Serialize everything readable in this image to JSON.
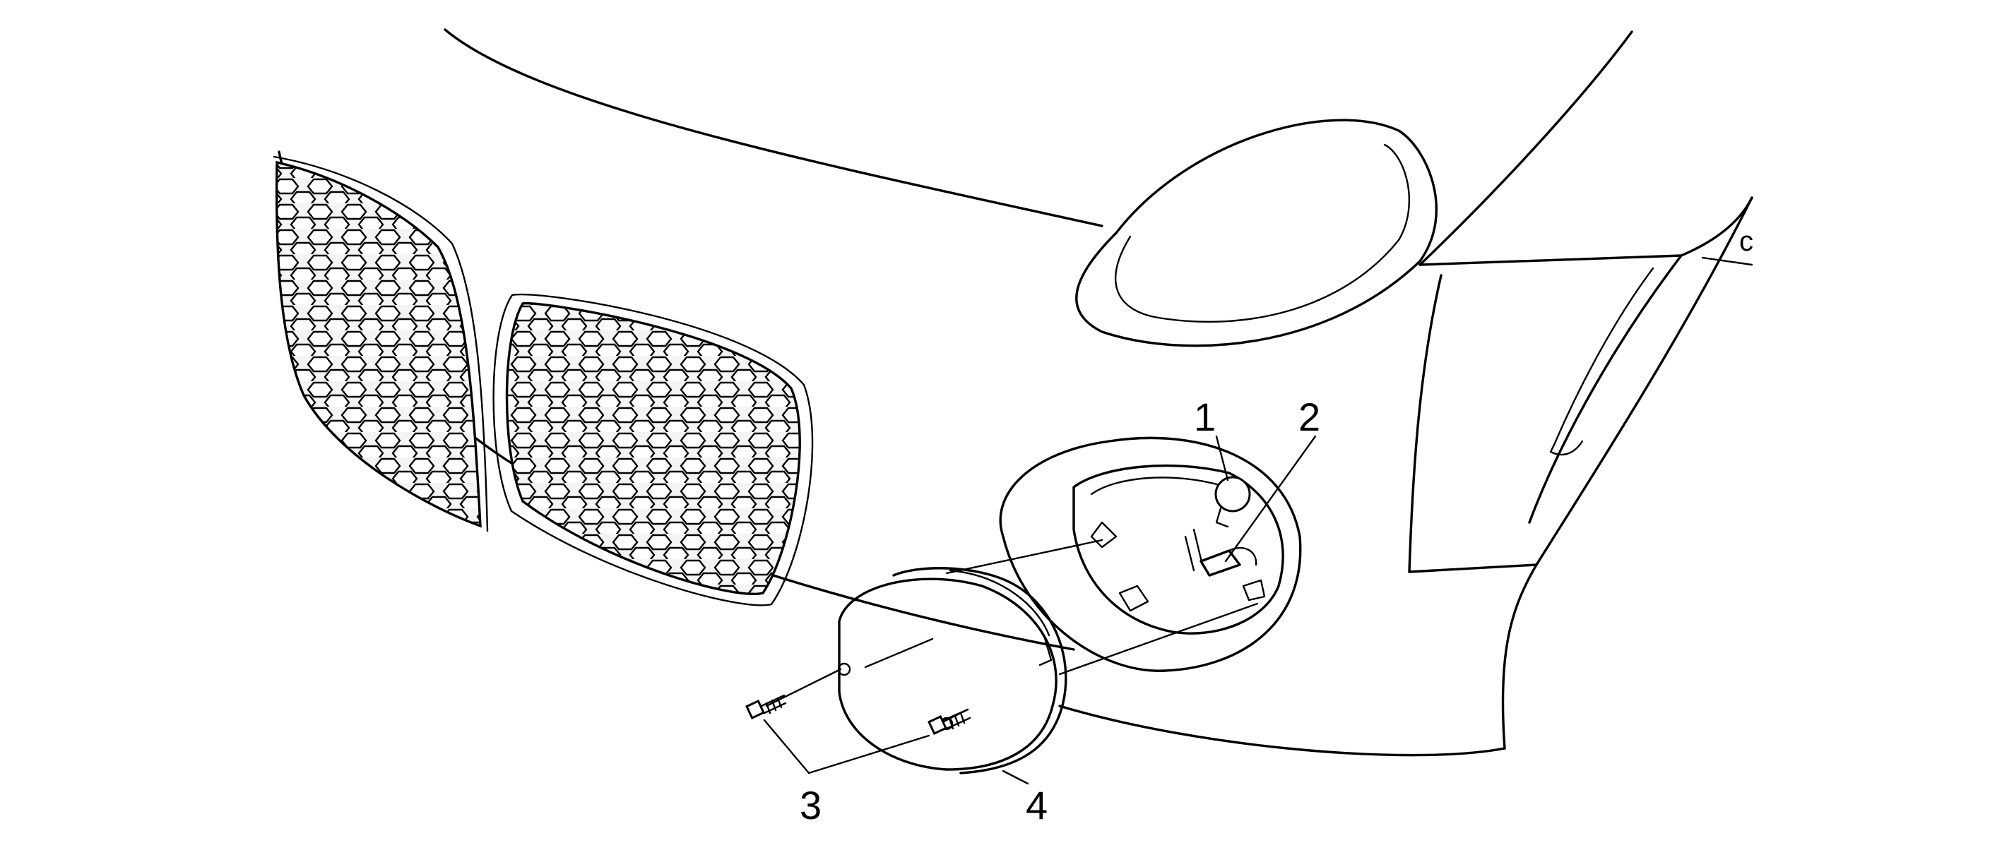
{
  "colors": {
    "stroke": "#000000",
    "background": "#ffffff",
    "grille_fill": "#f4f4f4"
  },
  "callouts": [
    {
      "id": "1",
      "label": "1",
      "part": "bulb"
    },
    {
      "id": "2",
      "label": "2",
      "part": "bulb-socket"
    },
    {
      "id": "3",
      "label": "3",
      "part": "screws"
    },
    {
      "id": "4",
      "label": "4",
      "part": "fog-lamp-assembly"
    }
  ],
  "edge_glyph": "c"
}
